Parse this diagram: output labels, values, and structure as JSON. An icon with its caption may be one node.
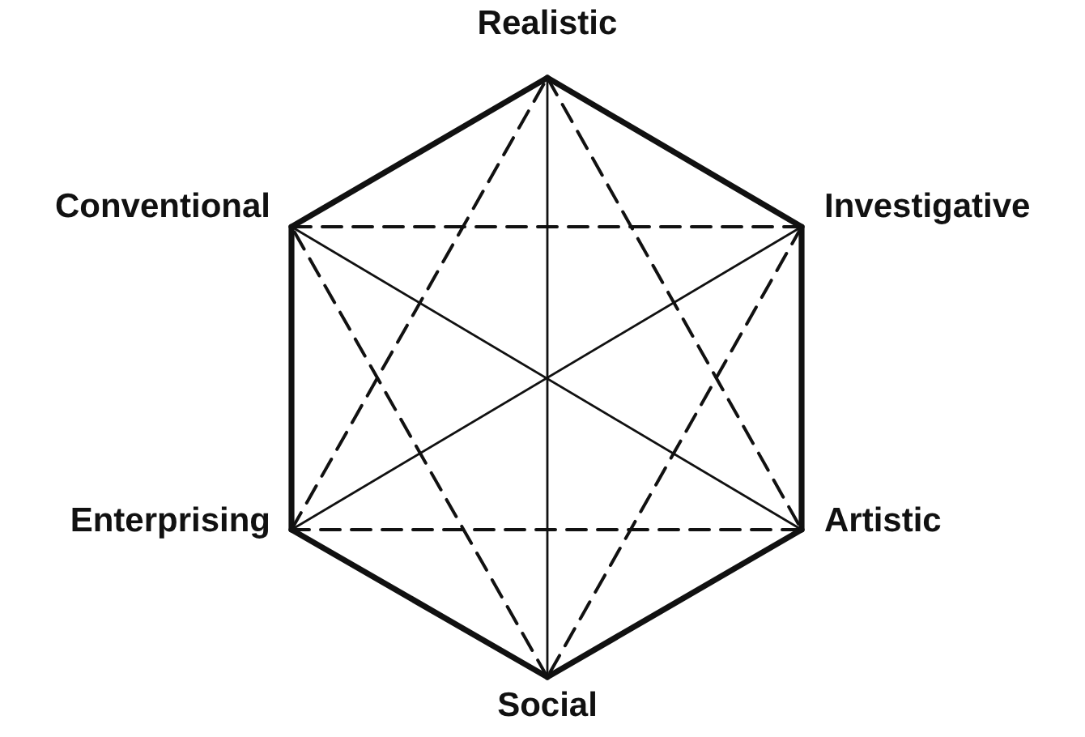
{
  "diagram": {
    "nodes": [
      {
        "text": [
          "Realistic"
        ]
      },
      {
        "text": [
          "Conventional"
        ]
      },
      {
        "text": [
          "Investigative"
        ]
      },
      {
        "text": [
          "Enterprising"
        ]
      },
      {
        "text": [
          "Artistic"
        ]
      },
      {
        "text": [
          "Social"
        ]
      }
    ],
    "edges": [
      {
        "from": 0,
        "to": 2,
        "arrow": "none",
        "style": "thick"
      },
      {
        "from": 2,
        "to": 4,
        "arrow": "none",
        "style": "thick"
      },
      {
        "from": 4,
        "to": 5,
        "arrow": "none",
        "style": "thick"
      },
      {
        "from": 5,
        "to": 3,
        "arrow": "none",
        "style": "thick"
      },
      {
        "from": 3,
        "to": 1,
        "arrow": "none",
        "style": "thick"
      },
      {
        "from": 1,
        "to": 0,
        "arrow": "none",
        "style": "thick"
      },
      {
        "from": 0,
        "to": 4,
        "arrow": "none",
        "style": "dashed"
      },
      {
        "from": 4,
        "to": 3,
        "arrow": "none",
        "style": "dashed"
      },
      {
        "from": 3,
        "to": 0,
        "arrow": "none",
        "style": "dashed"
      },
      {
        "from": 2,
        "to": 5,
        "arrow": "none",
        "style": "dashed"
      },
      {
        "from": 5,
        "to": 1,
        "arrow": "none",
        "style": "dashed"
      },
      {
        "from": 1,
        "to": 2,
        "arrow": "none",
        "style": "dashed"
      },
      {
        "from": 0,
        "to": 5,
        "arrow": "none"
      },
      {
        "from": 2,
        "to": 3,
        "arrow": "none"
      },
      {
        "from": 1,
        "to": 4,
        "arrow": "none"
      }
    ]
  }
}
